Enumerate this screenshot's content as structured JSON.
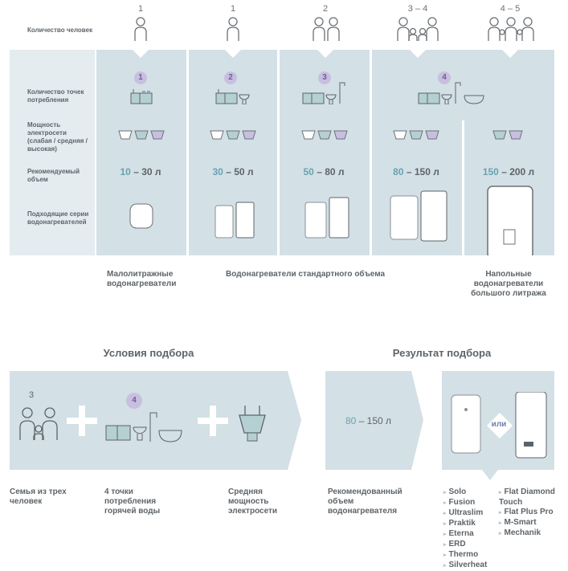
{
  "top": {
    "row_labels": {
      "people": "Количество человек",
      "points": "Количество точек потребления",
      "power": "Мощность электросети (слабая / средняя / высокая)",
      "volume": "Рекомендуемый объем",
      "series": "Подходящие серии водонагревателей"
    },
    "columns": [
      {
        "people": "1",
        "points": "1",
        "vol_from": "10",
        "vol_to": "– 30 л"
      },
      {
        "people": "1",
        "points": "2",
        "vol_from": "30",
        "vol_to": "– 50 л"
      },
      {
        "people": "2",
        "points": "3",
        "vol_from": "50",
        "vol_to": "– 80 л"
      },
      {
        "people": "3 – 4",
        "points": "4",
        "vol_from": "80",
        "vol_to": "– 150 л"
      },
      {
        "people": "4 – 5",
        "vol_from": "150",
        "vol_to": "– 200 л"
      }
    ],
    "groups": {
      "small": "Малолитражные водонагреватели",
      "standard": "Водонагреватели стандартного объема",
      "floor": "Напольные водонагреватели большого литража"
    }
  },
  "bottom": {
    "conditions_title": "Условия подбора",
    "result_title": "Результат подбора",
    "family_count": "3",
    "points_badge": "4",
    "result_from": "80",
    "result_to": "– 150 л",
    "or_label": "или",
    "captions": {
      "family": "Семья из трех человек",
      "points": "4 точки потребления горячей воды",
      "power": "Средняя мощность электросети",
      "recommended": "Рекомендованный объем водонагревателя"
    },
    "series_left": [
      "Solo",
      "Fusion",
      "Ultraslim",
      "Praktik",
      "Eterna",
      "ERD",
      "Thermo",
      "Silverheat"
    ],
    "series_right": [
      "Flat Diamond Touch",
      "Flat Plus Pro",
      "M-Smart",
      "Mechanik"
    ]
  },
  "colors": {
    "panel": "#d3e0e6",
    "label_panel": "#e4ecf0",
    "accent": "#67a3ae",
    "badge": "#c8bfe0"
  }
}
